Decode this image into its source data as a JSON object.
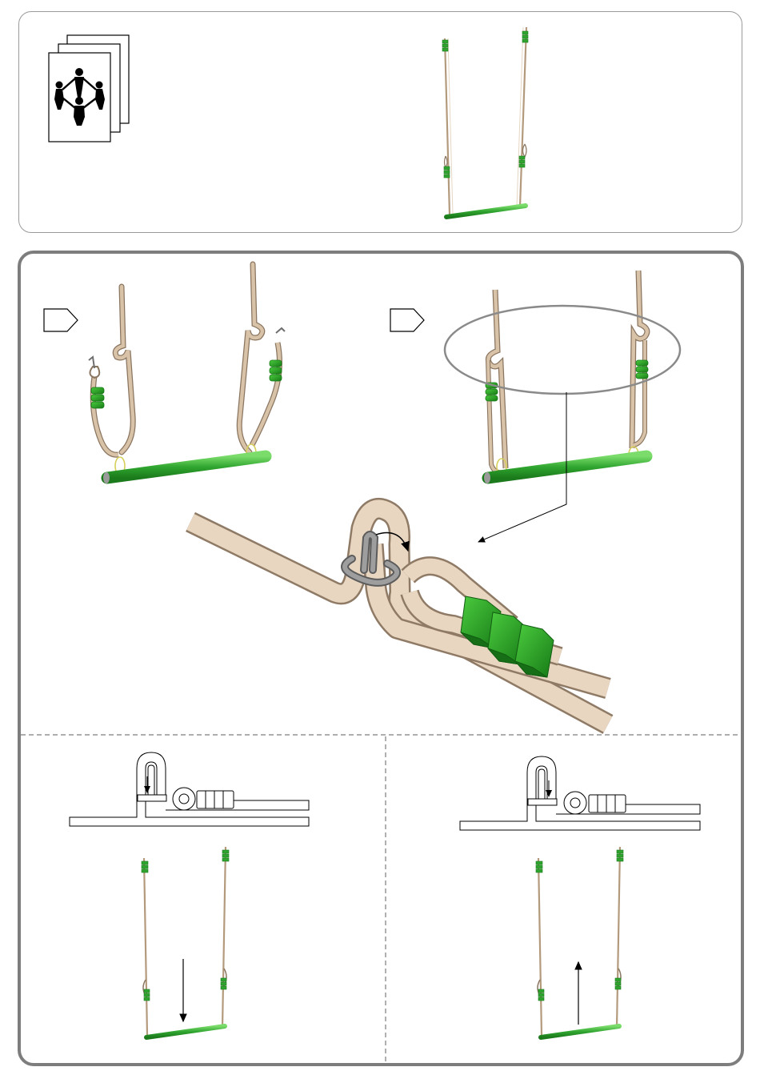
{
  "page": {
    "sections": [
      {
        "name": "header-panel",
        "content": "pictogram-and-overview"
      },
      {
        "name": "assembly-panel",
        "content": "hook-detail"
      },
      {
        "name": "check-down",
        "arrow": "down"
      },
      {
        "name": "check-up",
        "arrow": "up"
      }
    ]
  },
  "icons": [
    "people-pictogram-icon",
    "step-flag-icon",
    "arrow-down-icon",
    "arrow-up-icon"
  ],
  "colors": {
    "rope": "#d9c3a8",
    "rope_outline": "#8a7560",
    "grip": "#2fa52f",
    "grip_dark": "#1c7a1c",
    "bar": "#39b43a",
    "hook": "#7d7d7d",
    "frame": "#7d7d7d"
  }
}
